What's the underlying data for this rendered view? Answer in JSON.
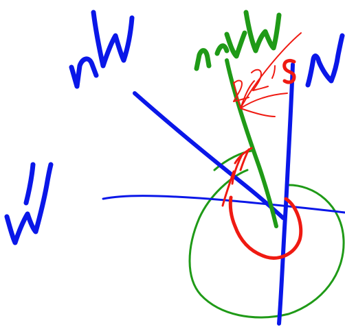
{
  "colors": {
    "blue": "#0a17e8",
    "green": "#1f9a17",
    "red": "#ef1a12",
    "background": "#ffffff"
  },
  "labels": {
    "nw_blue": "nw",
    "nnw_green": "nnw",
    "n_blue": "N",
    "w_blue": "W"
  }
}
